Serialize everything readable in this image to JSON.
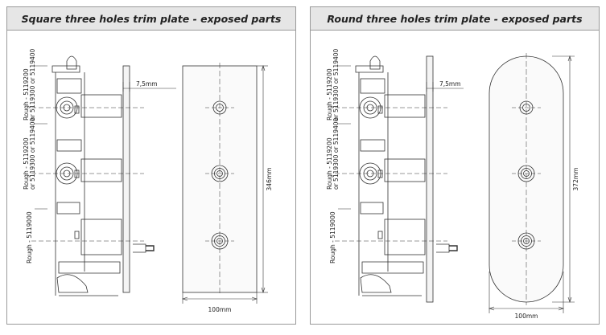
{
  "panels": [
    {
      "title": "Square three holes trim plate - exposed parts",
      "labels": {
        "rough_top": "Rough - 5119200",
        "rough_top_alt": "or 5119300 or 5119400",
        "rough_mid": "Rough - 5119200",
        "rough_mid_alt": "or 5119300 or 5119400",
        "rough_bottom": "Rough - 5119000",
        "offset": "7,5mm",
        "height": "346mm",
        "width": "100mm"
      }
    },
    {
      "title": "Round three holes trim plate - exposed parts",
      "labels": {
        "rough_top": "Rough - 5119200",
        "rough_top_alt": "or 5119300 or 5119400",
        "rough_mid": "Rough - 5119200",
        "rough_mid_alt": "or 5119300 or 5119400",
        "rough_bottom": "Rough - 5119000",
        "offset": "7,5mm",
        "height": "372mm",
        "width": "100mm"
      }
    }
  ]
}
